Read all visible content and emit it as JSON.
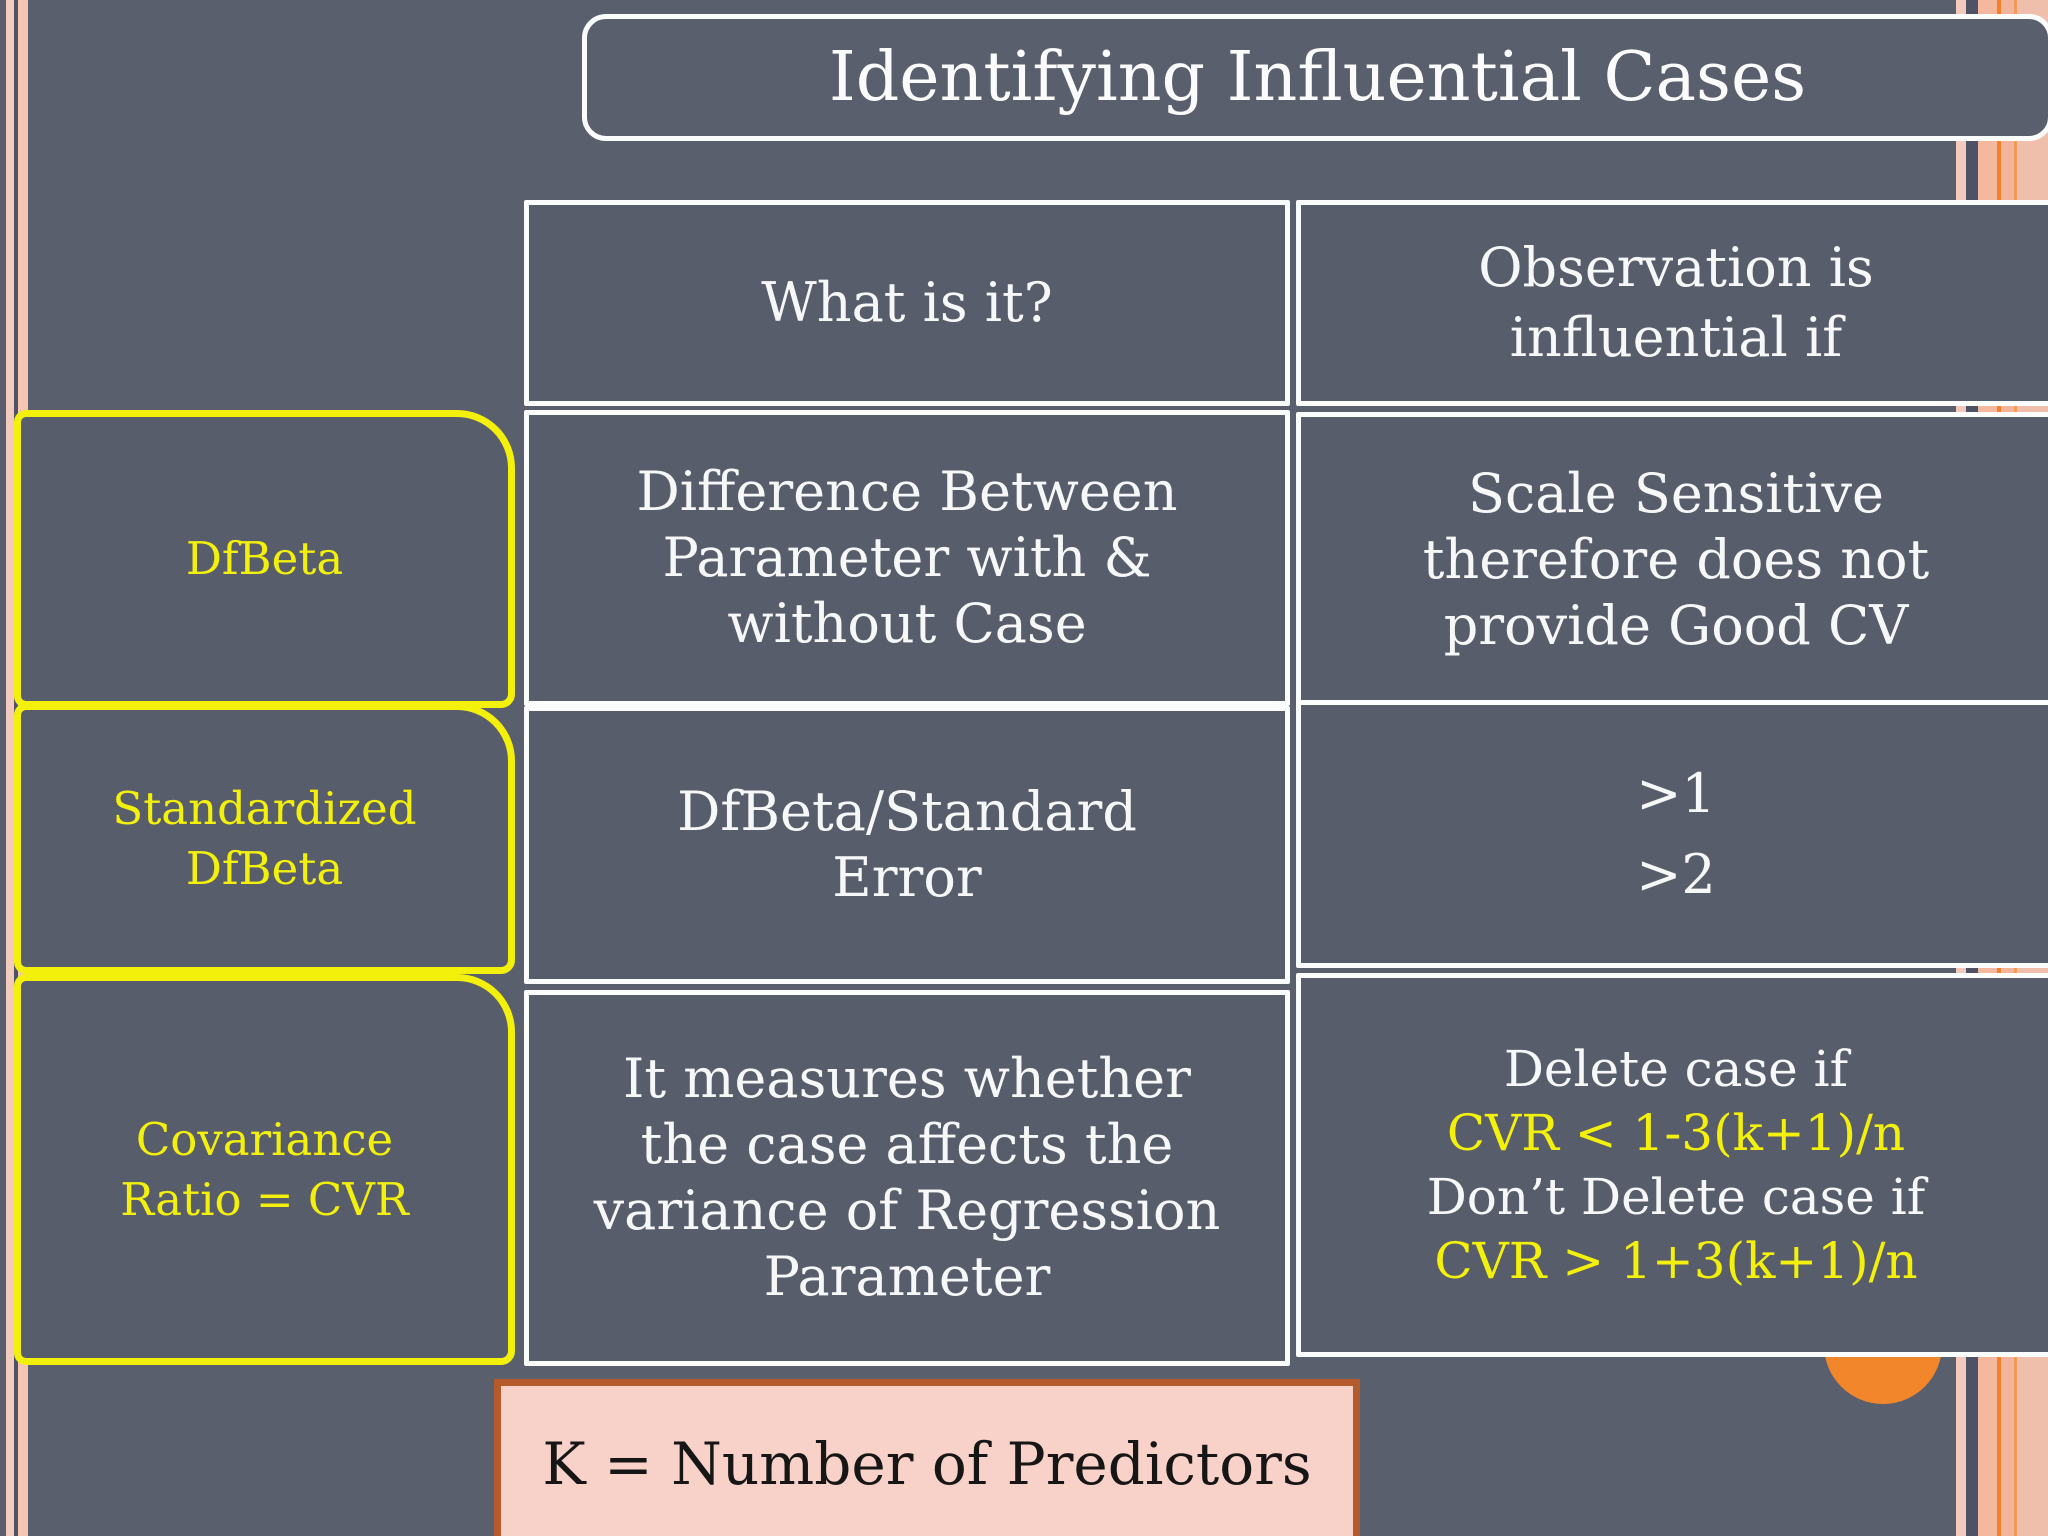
{
  "slide": {
    "title": "Identifying Influential Cases"
  },
  "table": {
    "col_headers": {
      "what": "What is it?",
      "influential": "Observation is\ninfluential if"
    },
    "rows": [
      {
        "label": "DfBeta",
        "what": "Difference Between\nParameter with &\nwithout Case",
        "influential": "Scale Sensitive\ntherefore does not\nprovide Good CV"
      },
      {
        "label": "Standardized\nDfBeta",
        "what": "DfBeta/Standard\nError",
        "influential": ">1\n>2"
      },
      {
        "label": "Covariance\nRatio = CVR",
        "what": "It measures whether\nthe case affects the\nvariance of Regression\nParameter",
        "influential": {
          "l1": "Delete case if",
          "l2": "CVR < 1-3(k+1)/n",
          "l3": "Don’t Delete case if",
          "l4": "CVR > 1+3(k+1)/n"
        }
      }
    ]
  },
  "footnote": "K = Number of Predictors",
  "colors": {
    "background": "#5a5f6e",
    "cell_border_white": "#fbfcfc",
    "accent_yellow": "#f3f00c",
    "text_white": "#f6f7f7",
    "stripe_pink": "#f3cbbe",
    "stripe_salmon": "#f4b89e",
    "stripe_orange": "#f4802a",
    "stripe_dark": "#4d5365",
    "note_fill": "#f8d2c8",
    "note_border": "#b45a2b",
    "note_text": "#161616",
    "circle_orange": "#f2862a"
  }
}
